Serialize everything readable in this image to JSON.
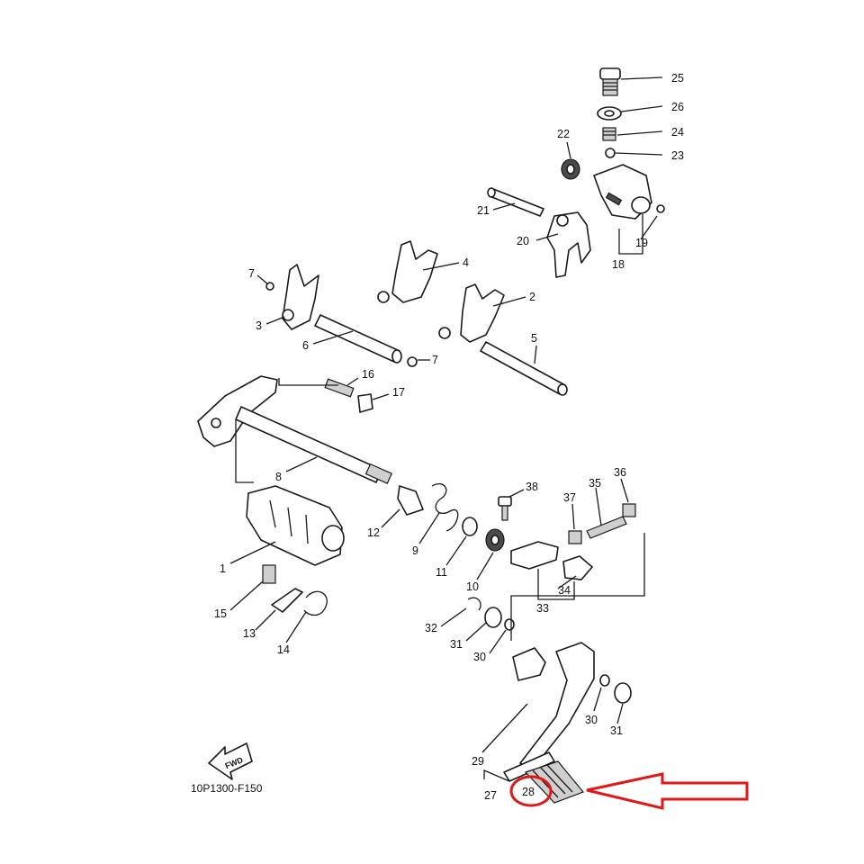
{
  "diagram": {
    "code": "10P1300-F150",
    "fwd_label": "FWD",
    "highlighted_part": "28",
    "highlight_color": "#e01818",
    "parts": {
      "p1": "1",
      "p2": "2",
      "p3": "3",
      "p4": "4",
      "p5": "5",
      "p6": "6",
      "p7a": "7",
      "p7b": "7",
      "p8": "8",
      "p9": "9",
      "p10": "10",
      "p11": "11",
      "p12": "12",
      "p13": "13",
      "p14": "14",
      "p15": "15",
      "p16": "16",
      "p17": "17",
      "p18": "18",
      "p19": "19",
      "p20": "20",
      "p21": "21",
      "p22": "22",
      "p23": "23",
      "p24": "24",
      "p25": "25",
      "p26": "26",
      "p27": "27",
      "p28": "28",
      "p29": "29",
      "p30a": "30",
      "p30b": "30",
      "p31a": "31",
      "p31b": "31",
      "p32": "32",
      "p33": "33",
      "p34": "34",
      "p35": "35",
      "p36": "36",
      "p37": "37",
      "p38": "38"
    }
  }
}
